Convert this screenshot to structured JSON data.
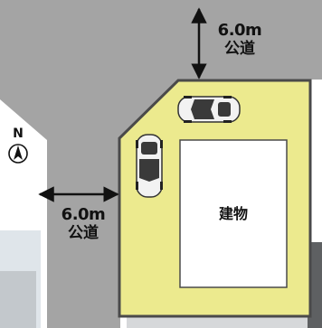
{
  "roads": {
    "north": {
      "width": "6.0m",
      "name": "公道"
    },
    "west": {
      "width": "6.0m",
      "name": "公道"
    }
  },
  "building": {
    "label": "建物"
  },
  "compass": {
    "label": "N"
  },
  "colors": {
    "road": "#a4a4a4",
    "lot": "#ecea8e",
    "lot_border": "#4a4a4a",
    "building": "#ffffff",
    "arrow": "#111111",
    "background": "#ffffff"
  },
  "icons": [
    "car-icon",
    "car-icon",
    "north-arrow-icon"
  ]
}
